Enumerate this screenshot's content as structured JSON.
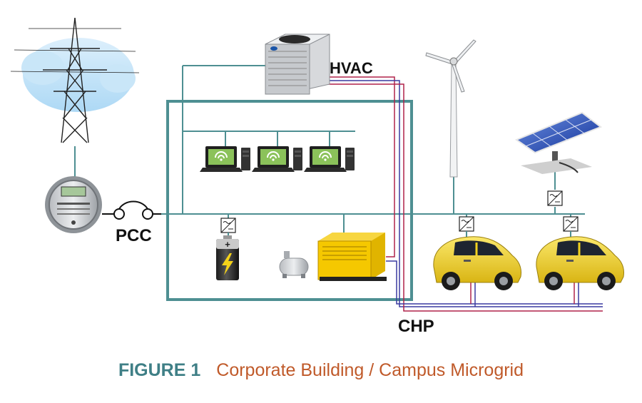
{
  "labels": {
    "hvac": "HVAC",
    "pcc": "PCC",
    "chp": "CHP"
  },
  "caption": {
    "figure": "FIGURE 1",
    "title": "Corporate Building / Campus Microgrid"
  },
  "colors": {
    "bus_line": "#4e8f92",
    "building_frame": "#4e8f92",
    "thermal_red": "#b0224a",
    "thermal_blue": "#3a3aa0",
    "car_yellow": "#f2d21e",
    "generator_yellow": "#f5c800",
    "caption_figure": "#3f7f86",
    "caption_title": "#c05a2a"
  },
  "components": [
    {
      "name": "transmission-tower",
      "icon": "transmission-tower-icon"
    },
    {
      "name": "utility-meter",
      "icon": "electric-meter-icon"
    },
    {
      "name": "pcc-breaker",
      "icon": "switch-icon"
    },
    {
      "name": "hvac-unit",
      "icon": "hvac-unit-icon"
    },
    {
      "name": "workstations",
      "icon": "laptop-icon",
      "count": 3
    },
    {
      "name": "battery",
      "icon": "battery-icon"
    },
    {
      "name": "storage-tank",
      "icon": "tank-icon"
    },
    {
      "name": "chp-generator",
      "icon": "generator-icon"
    },
    {
      "name": "wind-turbine",
      "icon": "wind-turbine-icon"
    },
    {
      "name": "solar-array",
      "icon": "solar-panel-icon"
    },
    {
      "name": "electric-vehicles",
      "icon": "car-icon",
      "count": 2
    },
    {
      "name": "power-converters",
      "icon": "converter-icon",
      "count": 4
    }
  ]
}
